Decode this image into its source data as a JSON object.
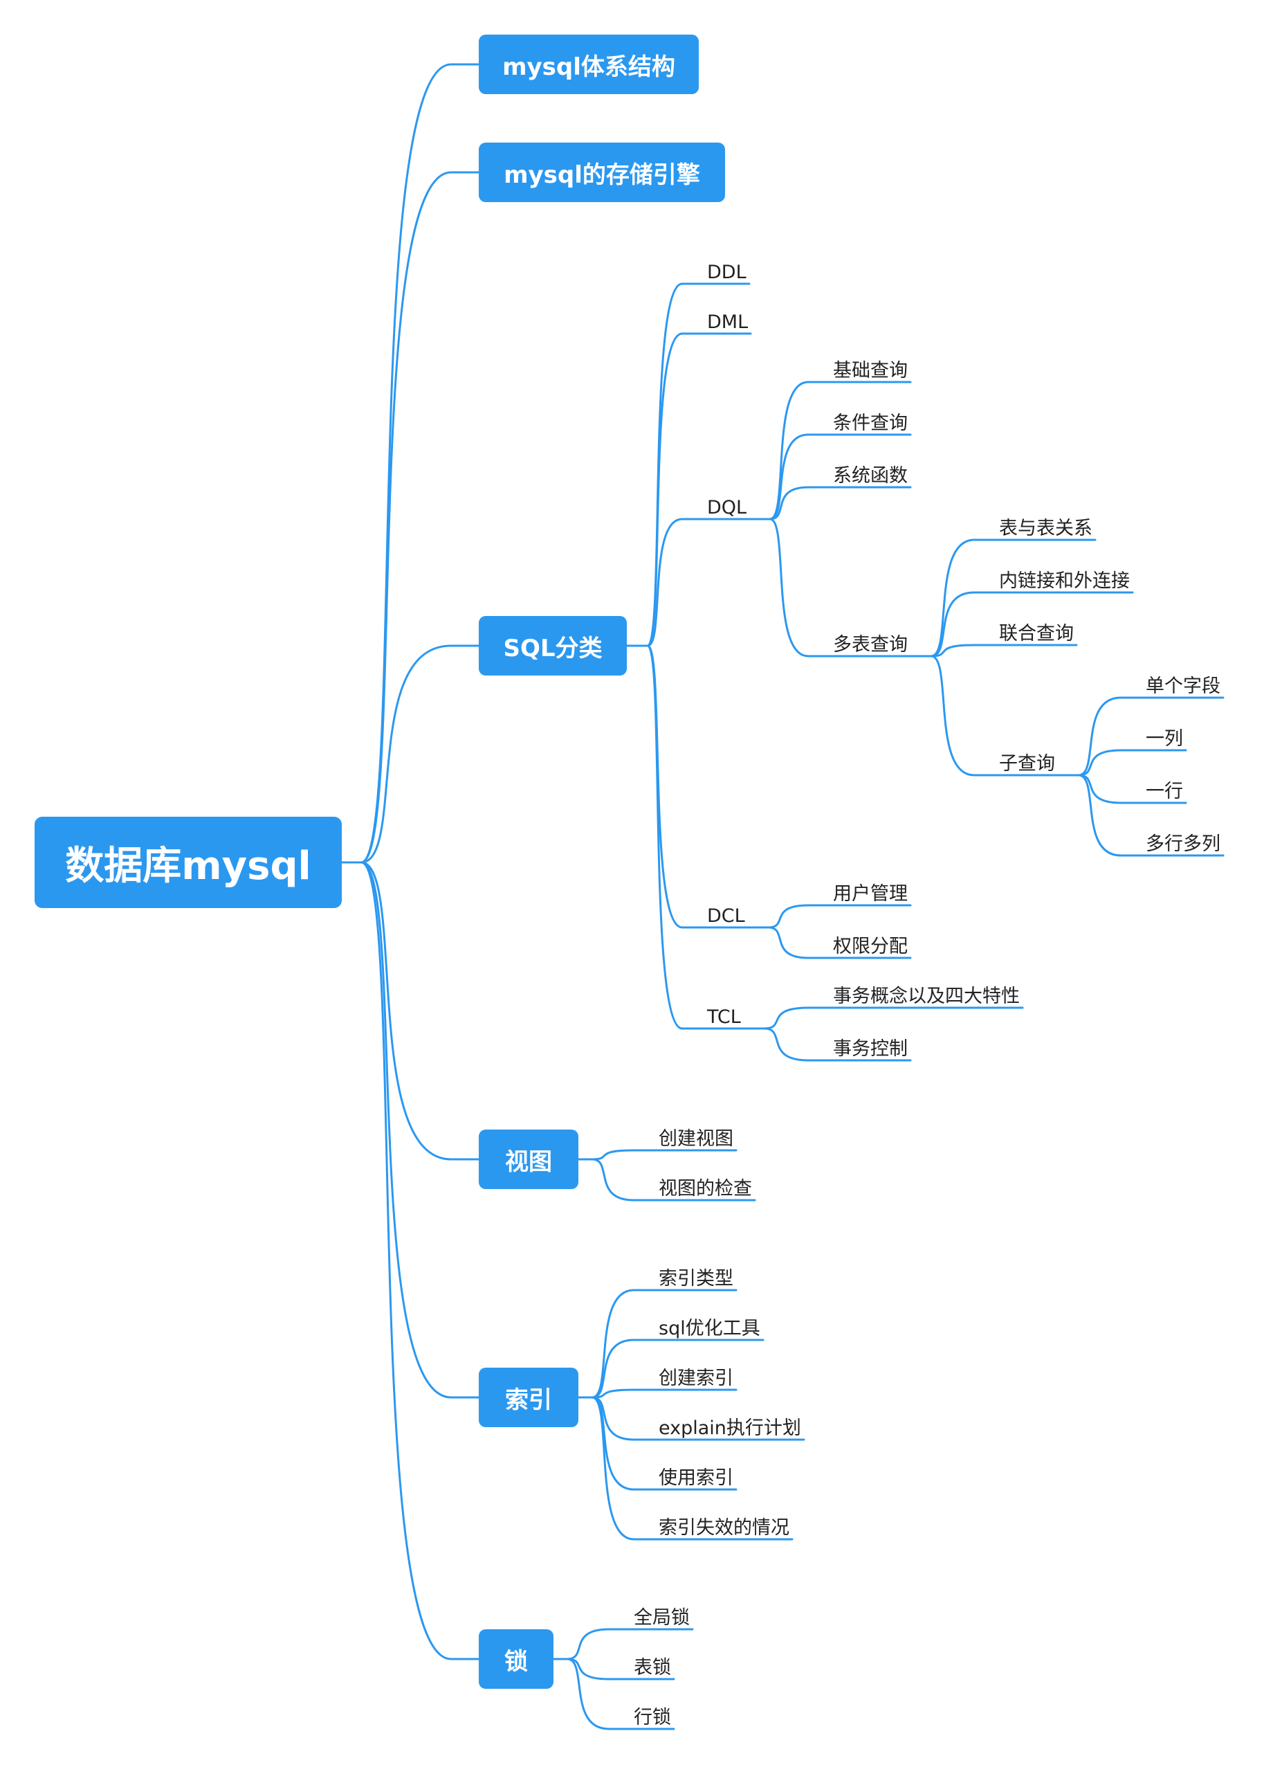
{
  "mindmap": {
    "line_color": "#2b98f0",
    "box_color": "#2b98f0",
    "root": {
      "label": "数据库mysql",
      "children": [
        {
          "label": "mysql体系结构"
        },
        {
          "label": "mysql的存储引擎"
        },
        {
          "label": "SQL分类",
          "children": [
            {
              "label": "DDL"
            },
            {
              "label": "DML"
            },
            {
              "label": "DQL",
              "children": [
                {
                  "label": "基础查询"
                },
                {
                  "label": "条件查询"
                },
                {
                  "label": "系统函数"
                },
                {
                  "label": "多表查询",
                  "children": [
                    {
                      "label": "表与表关系"
                    },
                    {
                      "label": "内链接和外连接"
                    },
                    {
                      "label": "联合查询"
                    },
                    {
                      "label": "子查询",
                      "children": [
                        {
                          "label": "单个字段"
                        },
                        {
                          "label": "一列"
                        },
                        {
                          "label": "一行"
                        },
                        {
                          "label": "多行多列"
                        }
                      ]
                    }
                  ]
                }
              ]
            },
            {
              "label": "DCL",
              "children": [
                {
                  "label": "用户管理"
                },
                {
                  "label": "权限分配"
                }
              ]
            },
            {
              "label": "TCL",
              "children": [
                {
                  "label": "事务概念以及四大特性"
                },
                {
                  "label": "事务控制"
                }
              ]
            }
          ]
        },
        {
          "label": "视图",
          "children": [
            {
              "label": "创建视图"
            },
            {
              "label": "视图的检查"
            }
          ]
        },
        {
          "label": "索引",
          "children": [
            {
              "label": "索引类型"
            },
            {
              "label": "sql优化工具"
            },
            {
              "label": "创建索引"
            },
            {
              "label": "explain执行计划"
            },
            {
              "label": "使用索引"
            },
            {
              "label": "索引失效的情况"
            }
          ]
        },
        {
          "label": "锁",
          "children": [
            {
              "label": "全局锁"
            },
            {
              "label": "表锁"
            },
            {
              "label": "行锁"
            }
          ]
        }
      ]
    }
  }
}
